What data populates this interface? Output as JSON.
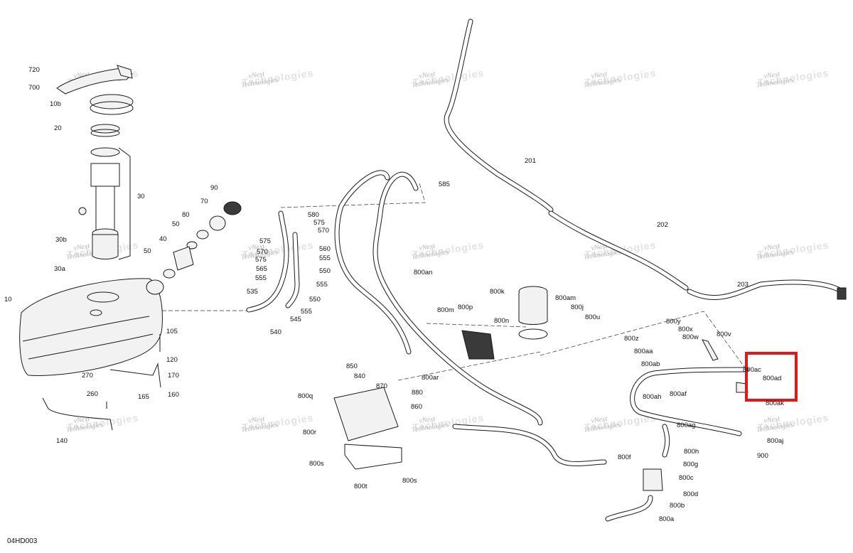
{
  "diagram_code": "04HD003",
  "watermark": {
    "line1": "vNext",
    "line2": "Technologies"
  },
  "highlight_label": "800ad",
  "labels": [
    {
      "text": "720"
    },
    {
      "text": "700"
    },
    {
      "text": "10b"
    },
    {
      "text": "20"
    },
    {
      "text": "30"
    },
    {
      "text": "30b"
    },
    {
      "text": "30a"
    },
    {
      "text": "10"
    },
    {
      "text": "90"
    },
    {
      "text": "70"
    },
    {
      "text": "80"
    },
    {
      "text": "50"
    },
    {
      "text": "40"
    },
    {
      "text": "50"
    },
    {
      "text": "105"
    },
    {
      "text": "120"
    },
    {
      "text": "270"
    },
    {
      "text": "170"
    },
    {
      "text": "260"
    },
    {
      "text": "165"
    },
    {
      "text": "160"
    },
    {
      "text": "140"
    },
    {
      "text": "580"
    },
    {
      "text": "575"
    },
    {
      "text": "570"
    },
    {
      "text": "575"
    },
    {
      "text": "570"
    },
    {
      "text": "575"
    },
    {
      "text": "560"
    },
    {
      "text": "555"
    },
    {
      "text": "565"
    },
    {
      "text": "550"
    },
    {
      "text": "555"
    },
    {
      "text": "555"
    },
    {
      "text": "535"
    },
    {
      "text": "550"
    },
    {
      "text": "555"
    },
    {
      "text": "545"
    },
    {
      "text": "540"
    },
    {
      "text": "585"
    },
    {
      "text": "800an"
    },
    {
      "text": "201"
    },
    {
      "text": "202"
    },
    {
      "text": "203"
    },
    {
      "text": "800k"
    },
    {
      "text": "800am"
    },
    {
      "text": "800j"
    },
    {
      "text": "800u"
    },
    {
      "text": "800m"
    },
    {
      "text": "800p"
    },
    {
      "text": "800n"
    },
    {
      "text": "800y"
    },
    {
      "text": "800x"
    },
    {
      "text": "800w"
    },
    {
      "text": "800v"
    },
    {
      "text": "800z"
    },
    {
      "text": "800aa"
    },
    {
      "text": "800ab"
    },
    {
      "text": "800ac"
    },
    {
      "text": "800ad"
    },
    {
      "text": "800ak"
    },
    {
      "text": "800aj"
    },
    {
      "text": "900"
    },
    {
      "text": "850"
    },
    {
      "text": "840"
    },
    {
      "text": "870"
    },
    {
      "text": "880"
    },
    {
      "text": "800ar"
    },
    {
      "text": "860"
    },
    {
      "text": "800q"
    },
    {
      "text": "800r"
    },
    {
      "text": "800s"
    },
    {
      "text": "800t"
    },
    {
      "text": "800s"
    },
    {
      "text": "800ah"
    },
    {
      "text": "800af"
    },
    {
      "text": "800ag"
    },
    {
      "text": "800h"
    },
    {
      "text": "800f"
    },
    {
      "text": "800g"
    },
    {
      "text": "800c"
    },
    {
      "text": "800d"
    },
    {
      "text": "800b"
    },
    {
      "text": "800a"
    }
  ]
}
